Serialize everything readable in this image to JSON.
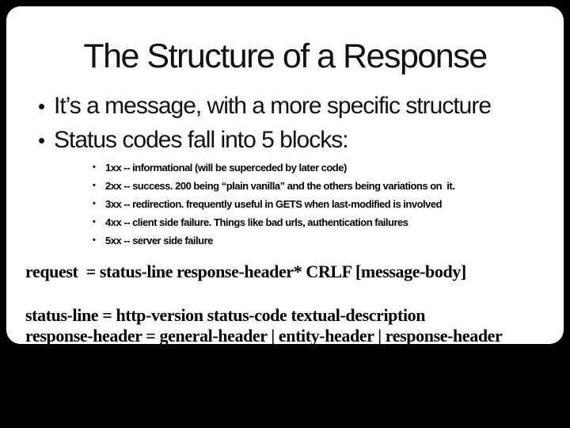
{
  "slide": {
    "title": "The Structure of a Response",
    "bullet_glyph": "•",
    "bullets": [
      "It’s a message, with a more specific structure",
      "Status codes fall into 5 blocks:"
    ],
    "sub_bullets": [
      "1xx -- informational (will be superceded by later code)",
      "2xx -- success. 200 being “plain vanilla” and the others being variations on  it.",
      "3xx -- redirection. frequently useful in GETS when last-modified is involved",
      "4xx -- client side failure. Things like bad urls, authentication failures",
      "5xx -- server side failure"
    ],
    "grammar_lines": [
      "request  = status-line response-header* CRLF [message-body]",
      "status-line = http-version status-code textual-description",
      "response-header = general-header | entity-header | response-header"
    ],
    "colors": {
      "frame_background": "#000000",
      "slide_background": "#ffffff",
      "text": "#000000",
      "title_text": "#111111"
    }
  }
}
